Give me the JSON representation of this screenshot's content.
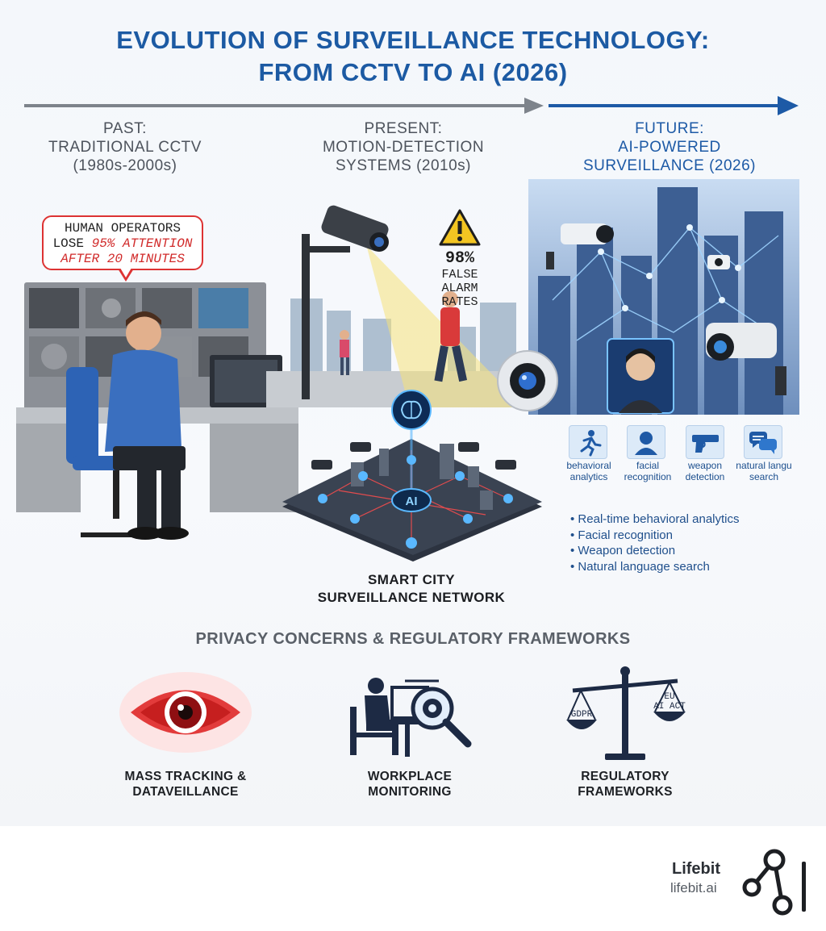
{
  "header": {
    "title_line1": "EVOLUTION OF SURVEILLANCE TECHNOLOGY:",
    "title_line2": "FROM CCTV TO AI (2026)"
  },
  "timeline": {
    "past": {
      "line1": "PAST:",
      "line2": "TRADITIONAL CCTV",
      "line3": "(1980s-2000s)"
    },
    "present": {
      "line1": "PRESENT:",
      "line2": "MOTION-DETECTION",
      "line3": "SYSTEMS (2010s)"
    },
    "future": {
      "line1": "FUTURE:",
      "line2": "AI-POWERED",
      "line3": "SURVEILLANCE (2026)"
    }
  },
  "past_callout": {
    "line1": "HUMAN OPERATORS",
    "line2_prefix": "LOSE ",
    "line2_highlight": "95% ATTENTION",
    "line3": "AFTER 20 MINUTES"
  },
  "present_callout": {
    "value": "98%",
    "line1": "FALSE",
    "line2": "ALARM",
    "line3": "RATES"
  },
  "network": {
    "chip_label": "AI",
    "label_line1": "SMART CITY",
    "label_line2": "SURVEILLANCE NETWORK"
  },
  "future_features": [
    {
      "line1": "behavioral",
      "line2": "analytics",
      "icon": "running-person-icon"
    },
    {
      "line1": "facial",
      "line2": "recognition",
      "icon": "face-icon"
    },
    {
      "line1": "weapon",
      "line2": "detection",
      "icon": "pistol-icon"
    },
    {
      "line1": "natural langu",
      "line2": "search",
      "icon": "chat-bubbles-icon"
    }
  ],
  "future_bullets": [
    "Real-time behavioral analytics",
    "Facial recognition",
    "Weapon detection",
    "Natural language search"
  ],
  "privacy": {
    "section_title": "PRIVACY CONCERNS & REGULATORY FRAMEWORKS",
    "items": [
      {
        "line1": "MASS TRACKING &",
        "line2": "DATAVEILLANCE",
        "icon": "red-eye-icon"
      },
      {
        "line1": "WORKPLACE",
        "line2": "MONITORING",
        "icon": "worker-magnifier-icon"
      },
      {
        "line1": "REGULATORY",
        "line2": "FRAMEWORKS",
        "icon": "scales-icon"
      }
    ],
    "scale_left_label": "GDPR",
    "scale_right_line1": "EU",
    "scale_right_line2": "AI ACT"
  },
  "brand": {
    "name": "Lifebit",
    "url": "lifebit.ai"
  },
  "colors": {
    "title_blue": "#1c5aa3",
    "alert_red": "#d12b2b",
    "neon_blue": "#3aa0ff",
    "warning_yellow": "#f3c522"
  }
}
